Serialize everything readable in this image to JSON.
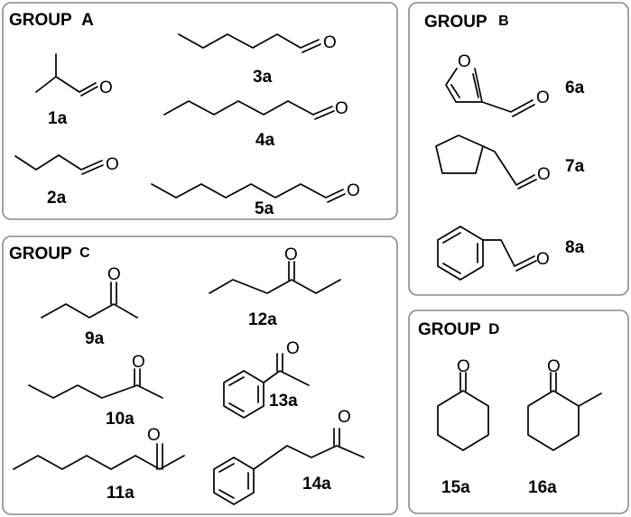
{
  "groups": {
    "a": {
      "title": "GROUP",
      "letter": "A"
    },
    "b": {
      "title": "GROUP",
      "letter": "B"
    },
    "c": {
      "title": "GROUP",
      "letter": "C"
    },
    "d": {
      "title": "GROUP",
      "letter": "D"
    }
  },
  "atoms": {
    "oxygen": "O"
  },
  "compounds": {
    "c1": {
      "label": "1a"
    },
    "c2": {
      "label": "2a"
    },
    "c3": {
      "label": "3a"
    },
    "c4": {
      "label": "4a"
    },
    "c5": {
      "label": "5a"
    },
    "c6": {
      "label": "6a"
    },
    "c7": {
      "label": "7a"
    },
    "c8": {
      "label": "8a"
    },
    "c9": {
      "label": "9a"
    },
    "c10": {
      "label": "10a"
    },
    "c11": {
      "label": "11a"
    },
    "c12": {
      "label": "12a"
    },
    "c13": {
      "label": "13a"
    },
    "c14": {
      "label": "14a"
    },
    "c15": {
      "label": "15a"
    },
    "c16": {
      "label": "16a"
    }
  }
}
